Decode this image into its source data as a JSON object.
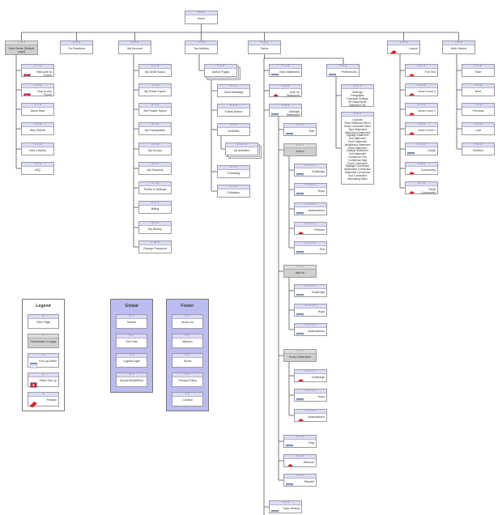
{
  "colors": {
    "header_band": "#dcdcf2",
    "panel_purple": "#bcbcef",
    "gray_node": "#cfcfcf",
    "line": "#555555",
    "red_icon": "#d9232d"
  },
  "nodes": {
    "home": {
      "num": "0.0.0",
      "label": "Home"
    },
    "news": {
      "num": "1.0.0",
      "label": "Main News (Default page)"
    },
    "welcome": {
      "num": "1.1.0",
      "label": "Welcome to Forum"
    },
    "howto": {
      "num": "1.2.0",
      "label": "How to use Forum"
    },
    "quickstart": {
      "num": "1.3.0",
      "label": "Quick Start"
    },
    "whysubmit": {
      "num": "1.4.0",
      "label": "Why Submit"
    },
    "howitworks": {
      "num": "1.5.0",
      "label": "How it Works"
    },
    "faq": {
      "num": "1.6.0",
      "label": "FAQ"
    },
    "business": {
      "num": "2.0.0",
      "label": "For Business"
    },
    "account": {
      "num": "3.0.0",
      "label": "My Account"
    },
    "mytopics": {
      "num": "3.1.0",
      "label": "My Draft Topics"
    },
    "mypublic": {
      "num": "3.2.0",
      "label": "My Public Topics"
    },
    "myprivate": {
      "num": "3.3.0",
      "label": "My Private Topics"
    },
    "myparticipation": {
      "num": "3.4.0",
      "label": "My Participation"
    },
    "mygroups": {
      "num": "3.5.0",
      "label": "My Groups"
    },
    "myrewards": {
      "num": "3.6.0",
      "label": "My Rewards"
    },
    "profile": {
      "num": "3.7.0",
      "label": "Profile & Settings"
    },
    "billing": {
      "num": "3.8.0",
      "label": "Billing"
    },
    "history": {
      "num": "3.9.0",
      "label": "My History"
    },
    "changepw": {
      "num": "3.10.0",
      "label": "Change Password"
    },
    "authors": {
      "num": "4.0.0",
      "label": "Top Authors"
    },
    "authorpages": {
      "num": "4.1.0",
      "label": "Author Pages"
    },
    "sendmsg": {
      "num": "4.1.1",
      "label": "Send Message"
    },
    "followauthor": {
      "num": "4.1.2",
      "label": "Follow Author"
    },
    "activities": {
      "num": "4.1.3",
      "label": "Activities"
    },
    "allactivities": {
      "num": "4.1.3.1",
      "label": "All Activities"
    },
    "following": {
      "num": "4.1.4",
      "label": "Following"
    },
    "followers": {
      "num": "4.1.5",
      "label": "Followers"
    },
    "topics": {
      "num": "5.0.0",
      "label": "Topics"
    },
    "newstatement": {
      "num": "5.1.0",
      "label": "New Statement"
    },
    "voteonstatement": {
      "num": "5.2.0",
      "label": "Vote on Statement"
    },
    "mgstatement": {
      "num": "5.3.0",
      "label": "Manage Statement"
    },
    "edit": {
      "num": "5.3.1",
      "label": "Edit"
    },
    "addin": {
      "num": "5.3.2",
      "label": "Add-in"
    },
    "challenge": {
      "num": "5.3.2.1",
      "label": "Challenge"
    },
    "hops": {
      "num": "5.3.2.2",
      "label": "Hops"
    },
    "assumptions": {
      "num": "5.3.2.3",
      "label": "Assumptions"
    },
    "refresh": {
      "num": "5.3.2.4",
      "label": "Refresh"
    },
    "text": {
      "num": "5.3.2.5",
      "label": "Text"
    },
    "addon": {
      "num": "5.3.3",
      "label": "Add-on"
    },
    "challenge2": {
      "num": "5.3.3.1",
      "label": "Challenge"
    },
    "hops2": {
      "num": "5.3.3.2",
      "label": "Hops"
    },
    "assumptions2": {
      "num": "5.3.3.3",
      "label": "Assumptions"
    },
    "statement": {
      "num": "5.3.4",
      "label": "Every Statement"
    },
    "challenge3": {
      "num": "5.3.4.1",
      "label": "Challenge"
    },
    "hops3": {
      "num": "5.3.4.2",
      "label": "Hops"
    },
    "assumptions3": {
      "num": "5.3.4.3",
      "label": "Assumptions"
    },
    "flag": {
      "num": "5.3.5",
      "label": "Flag"
    },
    "remove": {
      "num": "5.3.6",
      "label": "Remove"
    },
    "rebuild": {
      "num": "5.3.7",
      "label": "Rebuild"
    },
    "topichistory": {
      "num": "5.4.0",
      "label": "Topic History"
    },
    "preferences": {
      "num": "5.5.0",
      "label": "Preferences"
    },
    "settings": {
      "num": "5.5.1",
      "label": "Settings"
    },
    "layouts": {
      "num": "5.5.2",
      "label": "Layouts"
    },
    "layout": {
      "num": "6.0.0",
      "label": "Layout"
    },
    "fulltext": {
      "num": "6.1.0",
      "label": "Full Text"
    },
    "zoom1": {
      "num": "6.2.0",
      "label": "Zoom Level 3"
    },
    "zoom2": {
      "num": "6.3.0",
      "label": "Zoom Level 2"
    },
    "zoom3": {
      "num": "6.4.0",
      "label": "Zoom Level 1"
    },
    "depth": {
      "num": "6.5.0",
      "label": "Depth"
    },
    "community": {
      "num": "6.6.0",
      "label": "Community"
    },
    "readcommunity": {
      "num": "6.7.0",
      "label": "Read Community"
    },
    "webhistory": {
      "num": "7.0.0",
      "label": "Web History"
    },
    "start": {
      "num": "7.1.0",
      "label": "Start"
    },
    "next": {
      "num": "7.2.0",
      "label": "Next"
    },
    "previous": {
      "num": "7.3.0",
      "label": "Previous"
    },
    "last": {
      "num": "7.4.0",
      "label": "Last"
    },
    "refresh7": {
      "num": "7.5.0",
      "label": "Refresh"
    }
  },
  "settings_lines": [
    "Paragraphs",
    "Character Settings",
    "All Visual Mode",
    "Statement Tile"
  ],
  "layouts_lines": [
    "Show Statement Menu",
    "Show Connected Menu",
    "Topic Statement",
    "Attachment Statement",
    "Highlight Statement",
    "Use Statement",
    "Scroll Statement",
    "Multiplexed Statement",
    "Read Statement",
    "Multiple Statement",
    "Sort Statement",
    "Confidence Text",
    "Confidence Map",
    "Proof Connection",
    "Highlight Connection",
    "Attachment Connection",
    "Statement Connection",
    "Sort Connection",
    "Alternating Steps"
  ],
  "legend": {
    "title": "Legend",
    "items": [
      {
        "num": "0",
        "label": "Web Page"
      },
      {
        "num": "0",
        "label": "Placeholder to page"
      },
      {
        "num": "0",
        "label": "Pop up Editor"
      },
      {
        "num": "0",
        "label": "Video Pop up"
      },
      {
        "num": "0",
        "label": "Feature"
      }
    ]
  },
  "global": {
    "title": "Global",
    "items": [
      {
        "num": "G.1",
        "label": "Search"
      },
      {
        "num": "G.2",
        "label": "Get Help"
      },
      {
        "num": "G.3",
        "label": "Logout/Login"
      },
      {
        "num": "G.4",
        "label": "Social Media/Rest"
      }
    ]
  },
  "footer": {
    "title": "Footer",
    "items": [
      {
        "num": "F.1",
        "label": "About Us"
      },
      {
        "num": "F.2",
        "label": "Mission"
      },
      {
        "num": "F.3",
        "label": "Terms"
      },
      {
        "num": "F.4",
        "label": "Privacy Policy"
      },
      {
        "num": "F.5",
        "label": "Contact"
      }
    ]
  }
}
